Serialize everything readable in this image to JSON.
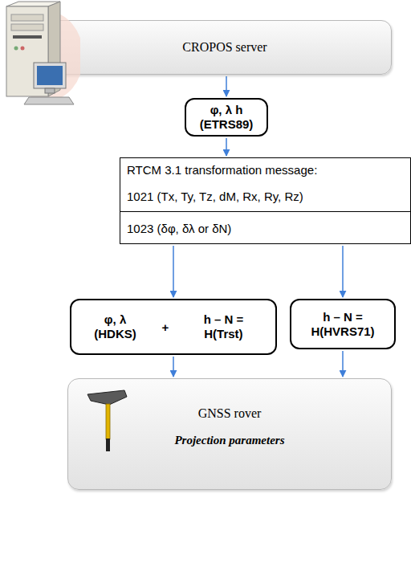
{
  "diagram": {
    "nodes": [
      {
        "text": [
          "CROPOS server"
        ]
      },
      {
        "text": [
          "φ, λ h (ETRS89)"
        ]
      },
      {
        "text": [
          "RTCM 3.1 transformation message:",
          "1021 (Tx, Ty, Tz, dM, Rx, Ry, Rz)",
          "1023 (δφ, δλ or δN)"
        ]
      },
      {
        "text": [
          "φ, λ (HDKS)",
          "+",
          "h – N = H(Trst)"
        ]
      },
      {
        "text": [
          "h – N = H(HVRS71)"
        ]
      },
      {
        "text": [
          "GNSS rover",
          "Projection parameters"
        ]
      }
    ],
    "edges": [
      {
        "from": 0,
        "to": 1,
        "arrow": "to"
      },
      {
        "from": 1,
        "to": 2,
        "arrow": "to"
      },
      {
        "from": 2,
        "to": 3,
        "arrow": "to"
      },
      {
        "from": 2,
        "to": 4,
        "arrow": "to"
      },
      {
        "from": 3,
        "to": 5,
        "arrow": "to"
      },
      {
        "from": 4,
        "to": 5,
        "arrow": "to"
      }
    ]
  }
}
